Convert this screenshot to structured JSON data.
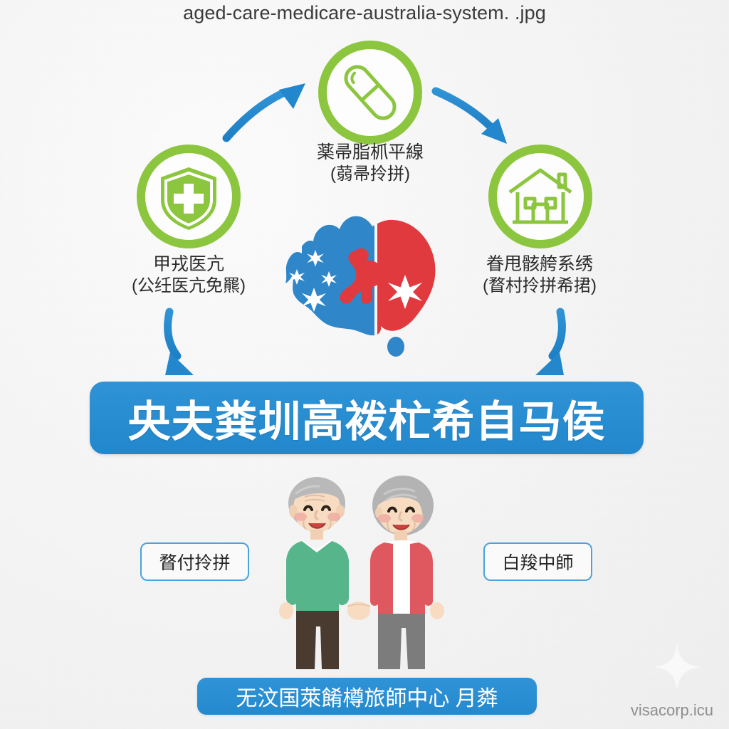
{
  "filename": "aged-care-medicare-australia-system. .jpg",
  "nodes": [
    {
      "id": "pharmaceutical",
      "icon": "pill-capsule-icon",
      "line1": "薬帚脂枛平線",
      "line2": "(蒻帚拎拼)",
      "position": "top"
    },
    {
      "id": "medicare",
      "icon": "shield-medical-cross-icon",
      "line1": "甲戎医亢",
      "line2": "(公纴医亢免羆)",
      "position": "left"
    },
    {
      "id": "home-care",
      "icon": "house-icon",
      "line1": "眷甩骸舿系绣",
      "line2": "(瞀村拎拼希捃)",
      "position": "right"
    }
  ],
  "map": {
    "name": "australia-map",
    "blue": "#2f86c9",
    "red": "#e03a3f",
    "star_color": "#ffffff",
    "kangaroo_color": "#e03a3f"
  },
  "arrows": {
    "color": "#2287cc",
    "items": [
      "left-to-top-arrow",
      "top-to-right-arrow",
      "left-down-arrow",
      "right-down-arrow"
    ]
  },
  "banner": {
    "text": "央夫粪圳高袯杧希自马侯",
    "background": "#2287cc",
    "text_color": "#ffffff"
  },
  "illustration": {
    "name": "elderly-couple-holding-hands",
    "man": {
      "sweater": "#57b58c",
      "pants": "#4a3b30",
      "hair": "#b9b9b9",
      "skin": "#f7dcc2"
    },
    "woman": {
      "cardigan": "#e0585f",
      "shirt": "#ffffff",
      "pants": "#7c7c7c",
      "hair": "#b3b3b3",
      "skin": "#f7dcc2"
    }
  },
  "tags": [
    {
      "id": "tag-left",
      "text": "瞀付拎拼",
      "border": "#4aa3dd"
    },
    {
      "id": "tag-right",
      "text": "白羧中師",
      "border": "#4aa3dd"
    }
  ],
  "footer": {
    "text": "无汶国萊餚樽旅師中心 月粦",
    "background": "#2287cc",
    "text_color": "#ffffff"
  },
  "watermark": "visacorp.icu",
  "theme": {
    "green": "#8cc63e",
    "blue": "#2287cc",
    "background": "#f3f3f3"
  }
}
